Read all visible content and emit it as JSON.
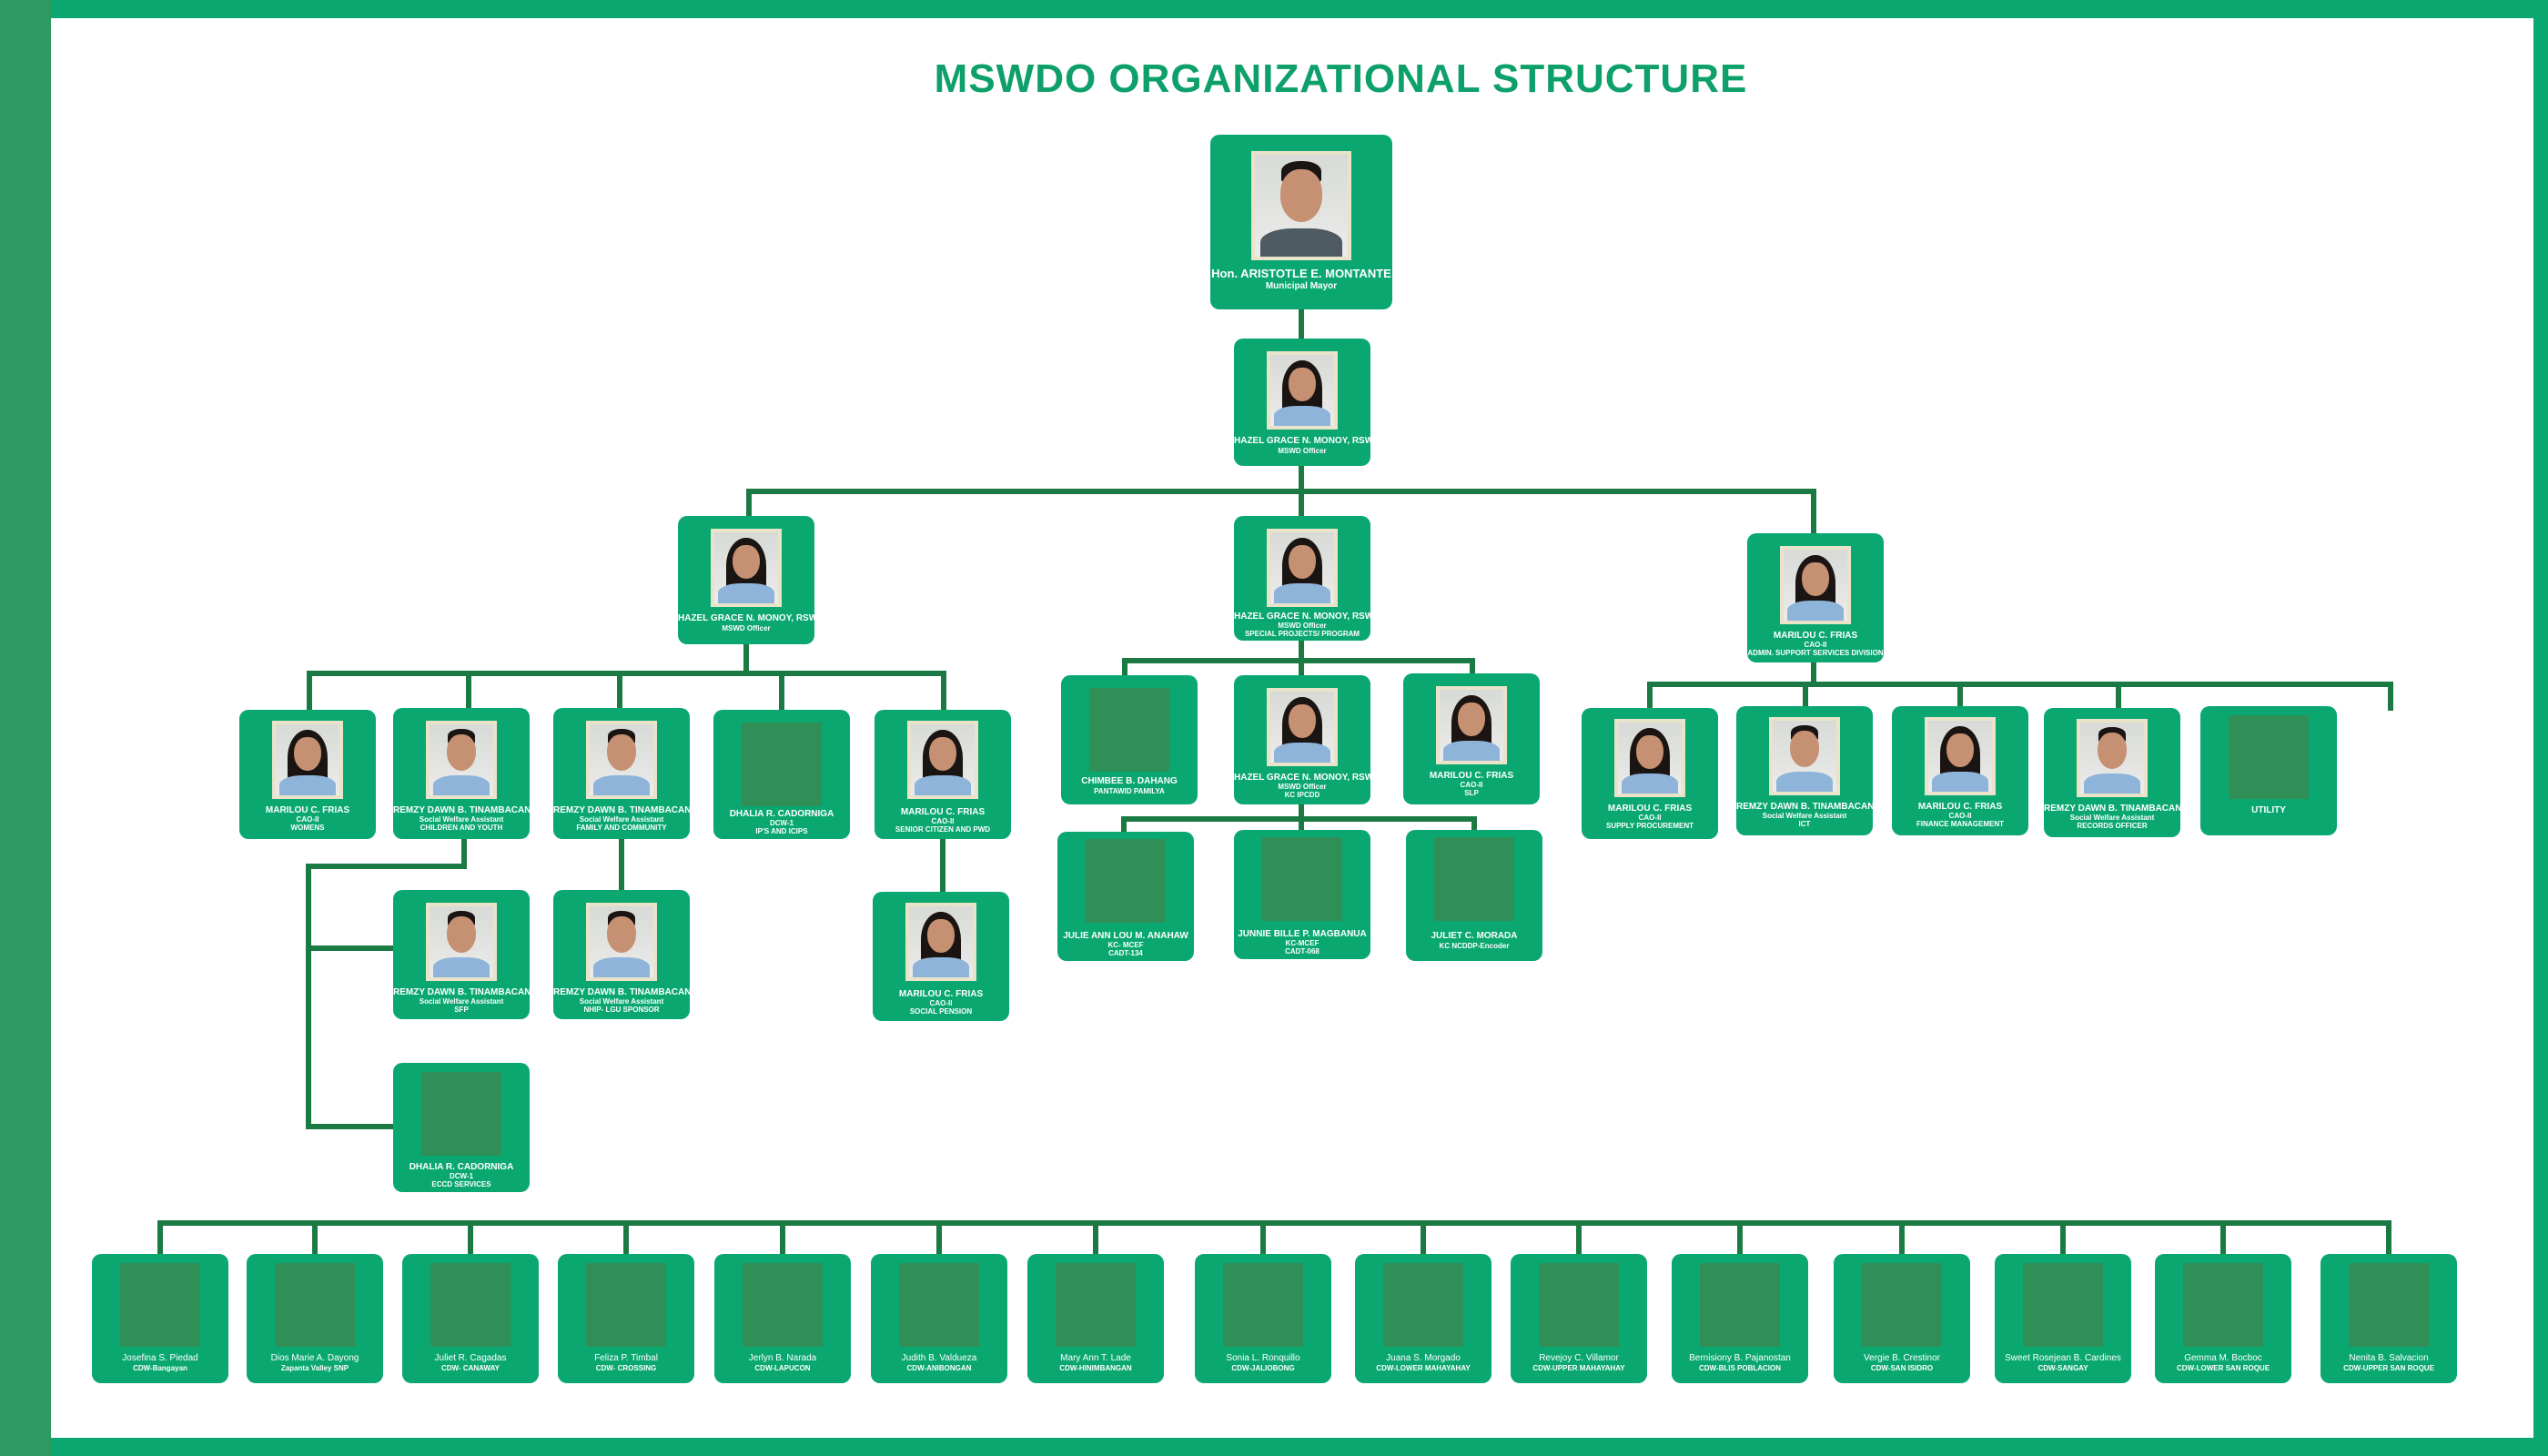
{
  "title": "MSWDO  ORGANIZATIONAL STRUCTURE",
  "colors": {
    "frame": "#0aa870",
    "box": "#0aa870",
    "connector": "#1b7a43",
    "title": "#0ea06a"
  },
  "mayor": {
    "name": "Hon. ARISTOTLE E. MONTANTE",
    "position": "Municipal Mayor"
  },
  "officer": {
    "name": "HAZEL GRACE N. MONOY, RSW",
    "position": "MSWD Officer"
  },
  "divisions": {
    "left": {
      "name": "HAZEL GRACE N. MONOY, RSW",
      "position": "MSWD Officer"
    },
    "center": {
      "name": "HAZEL GRACE N. MONOY, RSW",
      "position": "MSWD Officer",
      "unit": "SPECIAL PROJECTS/ PROGRAM"
    },
    "right": {
      "name": "MARILOU C. FRIAS",
      "position": "CAO-II",
      "unit": "ADMIN. SUPPORT SERVICES DIVISION"
    }
  },
  "left_staff": {
    "womens": {
      "name": "MARILOU C. FRIAS",
      "position": "CAO-II",
      "unit": "WOMENS"
    },
    "children": {
      "name": "REMZY DAWN B. TINAMBACAN",
      "position": "Social Welfare Assistant",
      "unit": "CHILDREN AND YOUTH"
    },
    "family": {
      "name": "REMZY DAWN B. TINAMBACAN",
      "position": "Social Welfare Assistant",
      "unit": "FAMILY AND COMMUNITY"
    },
    "ips": {
      "name": "DHALIA R. CADORNIGA",
      "position": "DCW-1",
      "unit": "IP'S AND ICIPS"
    },
    "senior": {
      "name": "MARILOU C. FRIAS",
      "position": "CAO-II",
      "unit": "SENIOR CITIZEN AND PWD"
    },
    "sfp": {
      "name": "REMZY DAWN B. TINAMBACAN",
      "position": "Social Welfare Assistant",
      "unit": "SFP"
    },
    "nhip": {
      "name": "REMZY DAWN B. TINAMBACAN",
      "position": "Social Welfare Assistant",
      "unit": "NHIP- LGU SPONSOR"
    },
    "pension": {
      "name": "MARILOU C. FRIAS",
      "position": "CAO-II",
      "unit": "SOCIAL PENSION"
    },
    "eccd": {
      "name": "DHALIA R. CADORNIGA",
      "position": "DCW-1",
      "unit": "ECCD SERVICES"
    }
  },
  "center_staff": {
    "pantawid": {
      "name": "CHIMBEE B. DAHANG",
      "position": "PANTAWID PAMILYA"
    },
    "kcipcdd": {
      "name": "HAZEL GRACE N. MONOY, RSW",
      "position": "MSWD Officer",
      "unit": "KC IPCDD"
    },
    "slp": {
      "name": "MARILOU C. FRIAS",
      "position": "CAO-II",
      "unit": "SLP"
    },
    "cadt134": {
      "name": "JULIE ANN LOU M. ANAHAW",
      "position": "KC- MCEF",
      "unit": "CADT-134"
    },
    "cadt068": {
      "name": "JUNNIE BILLE P. MAGBANUA",
      "position": "KC-MCEF",
      "unit": "CADT-068"
    },
    "encoder": {
      "name": "JULIET C. MORADA",
      "position": "KC NCDDP-Encoder"
    }
  },
  "right_staff": {
    "supply": {
      "name": "MARILOU C. FRIAS",
      "position": "CAO-II",
      "unit": "SUPPLY PROCUREMENT"
    },
    "ict": {
      "name": "REMZY DAWN B. TINAMBACAN",
      "position": "Social Welfare Assistant",
      "unit": "ICT"
    },
    "finance": {
      "name": "MARILOU C. FRIAS",
      "position": "CAO-II",
      "unit": "FINANCE MANAGEMENT"
    },
    "records": {
      "name": "REMZY DAWN B. TINAMBACAN",
      "position": "Social Welfare Assistant",
      "unit": "RECORDS OFFICER"
    },
    "utility": {
      "name": "UTILITY"
    }
  },
  "workers": [
    {
      "name": "Josefina S. Piedad",
      "post": "CDW-Bangayan"
    },
    {
      "name": "Dios Marie A. Dayong",
      "post": "Zapanta Valley SNP"
    },
    {
      "name": "Juliet  R. Cagadas",
      "post": "CDW- CANAWAY"
    },
    {
      "name": "Feliza P. Timbal",
      "post": "CDW- CROSSING"
    },
    {
      "name": "Jerlyn B. Narada",
      "post": "CDW-LAPUCON"
    },
    {
      "name": "Judith B. Valdueza",
      "post": "CDW-ANIBONGAN"
    },
    {
      "name": "Mary Ann T. Lade",
      "post": "CDW-HINIMBANGAN"
    },
    {
      "name": "Sonia L. Ronquillo",
      "post": "CDW-JALIOBONG"
    },
    {
      "name": "Juana S. Morgado",
      "post": "CDW-LOWER MAHAYAHAY"
    },
    {
      "name": "Revejoy C. Villamor",
      "post": "CDW-UPPER MAHAYAHAY"
    },
    {
      "name": "Bernisiony B. Pajanostan",
      "post": "CDW-BLIS POBLACION"
    },
    {
      "name": "Vergie B. Crestinor",
      "post": "CDW-SAN ISIDRO"
    },
    {
      "name": "Sweet Rosejean B.  Cardines",
      "post": "CDW-SANGAY"
    },
    {
      "name": "Gemma M. Bocboc",
      "post": "CDW-LOWER SAN ROQUE"
    },
    {
      "name": "Nenita B. Salvacion",
      "post": "CDW-UPPER SAN ROQUE"
    }
  ]
}
